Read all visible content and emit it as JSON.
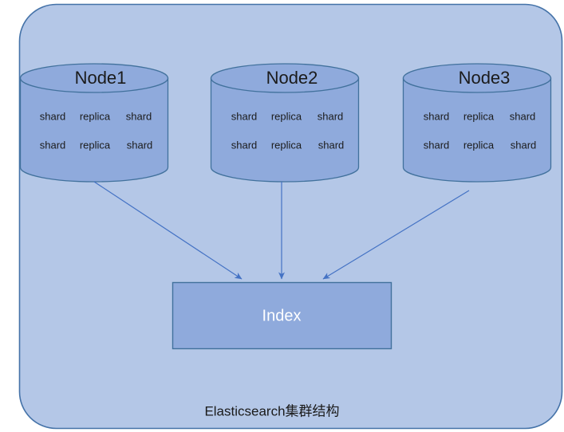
{
  "diagram": {
    "caption": "Elasticsearch集群结构",
    "colors": {
      "cluster_fill": "#b4c7e7",
      "cluster_stroke": "#4472a8",
      "node_fill": "#8faadc",
      "node_stroke": "#41719c",
      "index_fill": "#8faadc",
      "index_stroke": "#41719c",
      "arrow_stroke": "#4472c4",
      "text_dark": "#1b1b1b",
      "text_light": "#ffffff"
    },
    "cluster": {
      "name": "cluster-container"
    },
    "nodes": [
      {
        "id": "node1",
        "title": "Node1",
        "rows": [
          [
            "shard",
            "replica",
            "shard"
          ],
          [
            "shard",
            "replica",
            "shard"
          ]
        ]
      },
      {
        "id": "node2",
        "title": "Node2",
        "rows": [
          [
            "shard",
            "replica",
            "shard"
          ],
          [
            "shard",
            "replica",
            "shard"
          ]
        ]
      },
      {
        "id": "node3",
        "title": "Node3",
        "rows": [
          [
            "shard",
            "replica",
            "shard"
          ],
          [
            "shard",
            "replica",
            "shard"
          ]
        ]
      }
    ],
    "index": {
      "label": "Index"
    },
    "arrows": [
      {
        "id": "arrow-node1-to-index",
        "from": "node1",
        "to": "index"
      },
      {
        "id": "arrow-node2-to-index",
        "from": "node2",
        "to": "index"
      },
      {
        "id": "arrow-node3-to-index",
        "from": "node3",
        "to": "index"
      }
    ]
  }
}
